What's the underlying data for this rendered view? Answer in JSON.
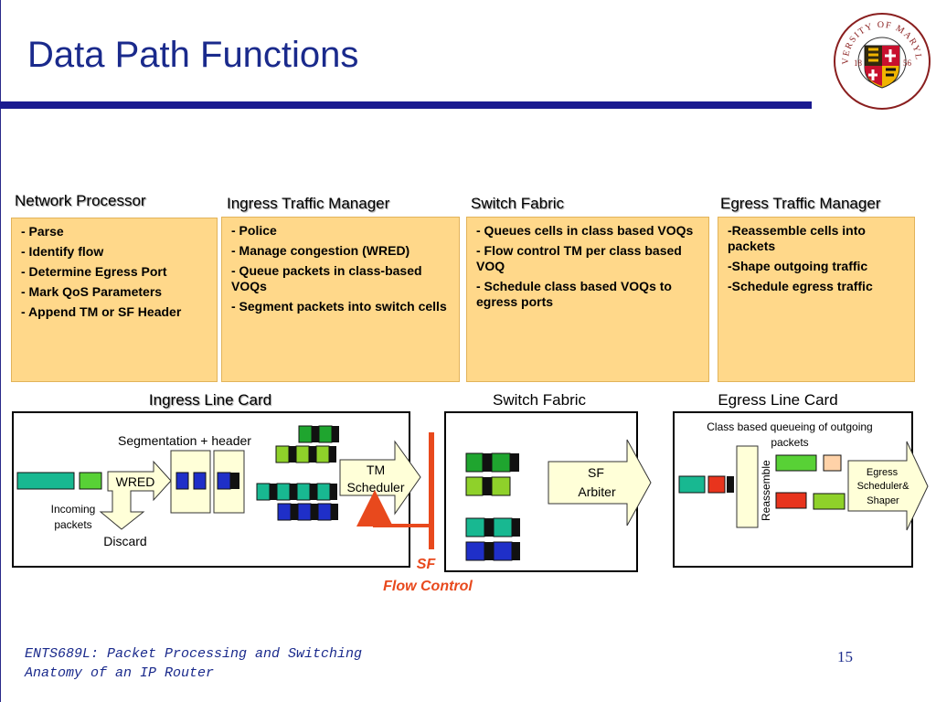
{
  "slide": {
    "title": "Data Path Functions",
    "page_number": "15"
  },
  "footer": {
    "line1": "ENTS689L: Packet Processing and Switching",
    "line2": "Anatomy of an IP Router"
  },
  "seal": {
    "arc_text": "UNIVERSITY OF MARYLAND",
    "year_left": "18",
    "year_right": "56"
  },
  "columns": [
    {
      "heading": "Network Processor",
      "items": [
        "- Parse",
        "- Identify flow",
        "- Determine Egress Port",
        "- Mark QoS Parameters",
        "- Append TM or SF Header"
      ]
    },
    {
      "heading": "Ingress Traffic Manager",
      "items": [
        "- Police",
        "- Manage congestion (WRED)",
        "- Queue packets in class-based VOQs",
        "- Segment packets into switch cells"
      ]
    },
    {
      "heading": "Switch Fabric",
      "items": [
        "- Queues cells in class based VOQs",
        "- Flow control TM per class based VOQ",
        "- Schedule class based  VOQs to  egress ports"
      ]
    },
    {
      "heading": "Egress Traffic Manager",
      "items": [
        "-Reassemble cells into packets",
        "-Shape outgoing traffic",
        "-Schedule egress traffic"
      ]
    }
  ],
  "diagram": {
    "ingress_card_label": "Ingress Line Card",
    "fabric_label": "Switch Fabric",
    "egress_card_label": "Egress Line Card",
    "segmentation_label": "Segmentation + header",
    "wred_label": "WRED",
    "incoming_label_1": "Incoming",
    "incoming_label_2": "packets",
    "discard_label": "Discard",
    "tm_scheduler_1": "TM",
    "tm_scheduler_2": "Scheduler",
    "sf_arbiter_1": "SF",
    "sf_arbiter_2": "Arbiter",
    "sf_flow_1": "SF",
    "sf_flow_2": "Flow Control",
    "class_queue_1": "Class based queueing of outgoing",
    "class_queue_2": "packets",
    "reassemble_label": "Reassemble",
    "egress_sched_1": "Egress",
    "egress_sched_2": "Scheduler&",
    "egress_sched_3": "Shaper"
  },
  "colors": {
    "title": "#1a2a8c",
    "panel": "#ffd88a",
    "cell_green": "#1fa52f",
    "cell_lime": "#8fd12a",
    "cell_teal": "#18b891",
    "cell_blue": "#1f2fc8",
    "flow_control": "#e8491d"
  }
}
